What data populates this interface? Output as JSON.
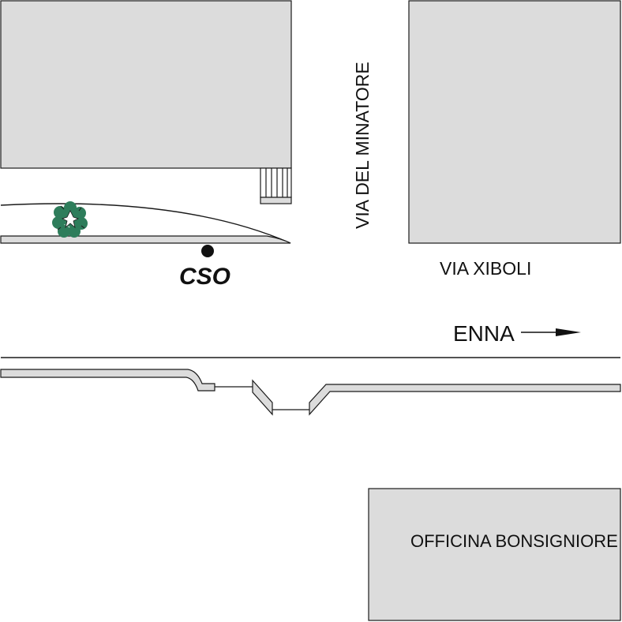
{
  "map": {
    "streets": {
      "via_del_minatore": "VIA DEL MINATORE",
      "via_xiboli": "VIA XIBOLI"
    },
    "poi": {
      "cso": "CSO"
    },
    "buildings": {
      "officina": "OFFICINA BONSIGNIORE"
    },
    "direction": {
      "label": "ENNA"
    }
  },
  "colors": {
    "building_fill": "#dcdcdc",
    "outline": "#1a1a1a",
    "tree": "#2e7d5b",
    "background": "#ffffff"
  }
}
